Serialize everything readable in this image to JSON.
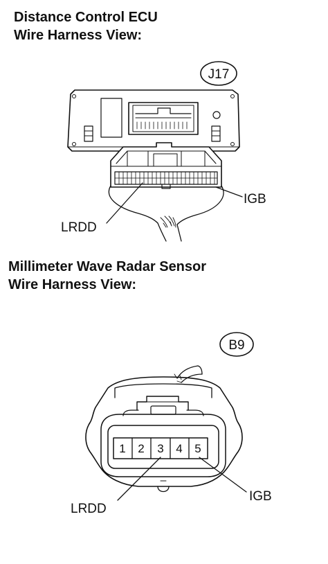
{
  "ecu": {
    "title_line1": "Distance Control ECU",
    "title_line2": "Wire Harness View:",
    "connector_id": "J17",
    "callouts": {
      "left": "LRDD",
      "right": "IGB"
    }
  },
  "radar": {
    "title_line1": "Millimeter Wave Radar Sensor",
    "title_line2": "Wire Harness View:",
    "connector_id": "B9",
    "pins": [
      "1",
      "2",
      "3",
      "4",
      "5"
    ],
    "callouts": {
      "left": "LRDD",
      "right": "IGB"
    }
  }
}
